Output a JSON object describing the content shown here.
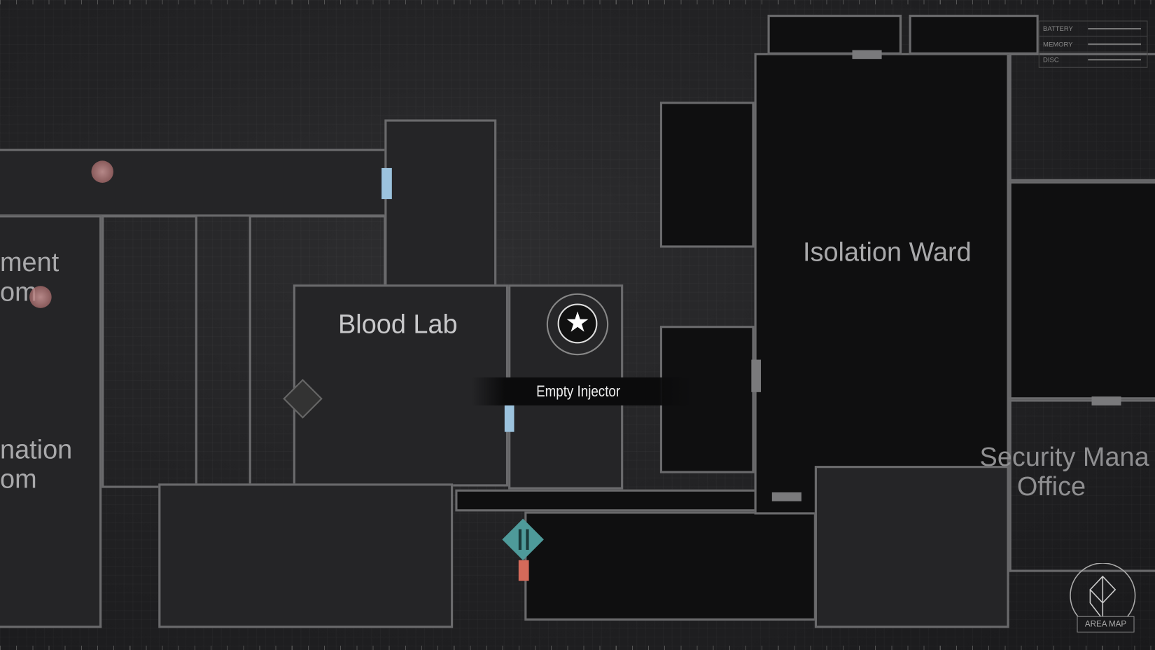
{
  "status_panel": {
    "items": [
      {
        "label": "BATTERY",
        "level": 1.0
      },
      {
        "label": "MEMORY",
        "level": 1.0
      },
      {
        "label": "DISC",
        "level": 1.0
      }
    ]
  },
  "rooms": {
    "left_top": [
      "ment",
      "om"
    ],
    "left_bottom": [
      "nation",
      "om"
    ],
    "blood_lab": "Blood Lab",
    "isolation_ward": "Isolation Ward",
    "security": [
      "Security Mana",
      "Office"
    ]
  },
  "item_tooltip": "Empty Injector",
  "marker_icon": "star-icon",
  "area_map_label": "AREA MAP",
  "colors": {
    "door": "#9cc3de",
    "save_marker": "#4e9a9a",
    "player_marker": "#d46a5a"
  }
}
